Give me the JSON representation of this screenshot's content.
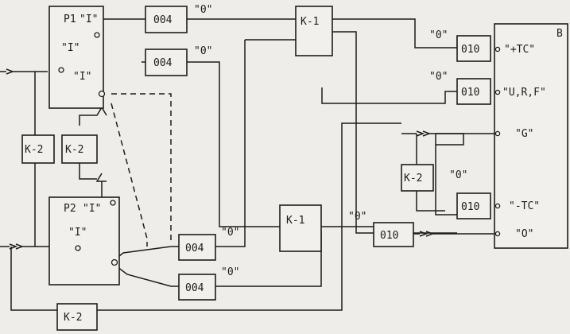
{
  "p1": {
    "title": "P1",
    "q_top": "\"I\"",
    "i_left": "\"I\"",
    "i_bottom": "\"I\""
  },
  "p2": {
    "title": "P2",
    "q_top": "\"I\"",
    "i_left": "\"I\""
  },
  "blocks": {
    "k2": "K-2",
    "k1": "K-1",
    "b004": "004",
    "b010": "010"
  },
  "labels": {
    "zero": "\"0\"",
    "rb_title": "B",
    "tc_plus": "\"+TC\"",
    "urf": "\"U,R,F\"",
    "g": "\"G\"",
    "tc_minus": "\"-TC\"",
    "o": "\"O\"",
    "chev1": ">",
    "chev2": ">>"
  }
}
